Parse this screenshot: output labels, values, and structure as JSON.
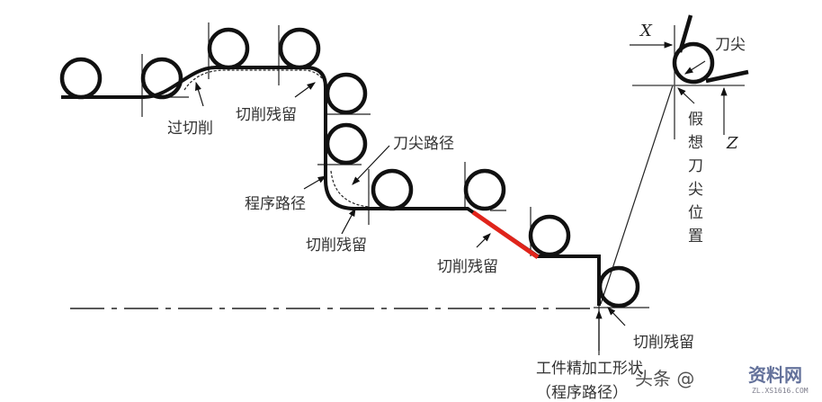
{
  "labels": {
    "overcut": "过切削",
    "residual_1": "切削残留",
    "tool_tip_path": "刀尖路径",
    "program_path": "程序路径",
    "residual_2": "切削残留",
    "residual_3": "切削残留",
    "residual_4": "切削残留",
    "finish_shape": "工件精加工形状",
    "finish_shape_sub": "（程序路径）",
    "x_axis": "X",
    "z_axis": "Z",
    "tool_tip": "刀尖",
    "imaginary_tip": [
      "假",
      "想",
      "刀",
      "尖",
      "位",
      "置"
    ]
  },
  "watermark": {
    "source": "头条 @",
    "brand": "资料网",
    "site": "ZL.XS1616.COM"
  },
  "colors": {
    "path": "#111111",
    "highlight": "#e0241b"
  }
}
